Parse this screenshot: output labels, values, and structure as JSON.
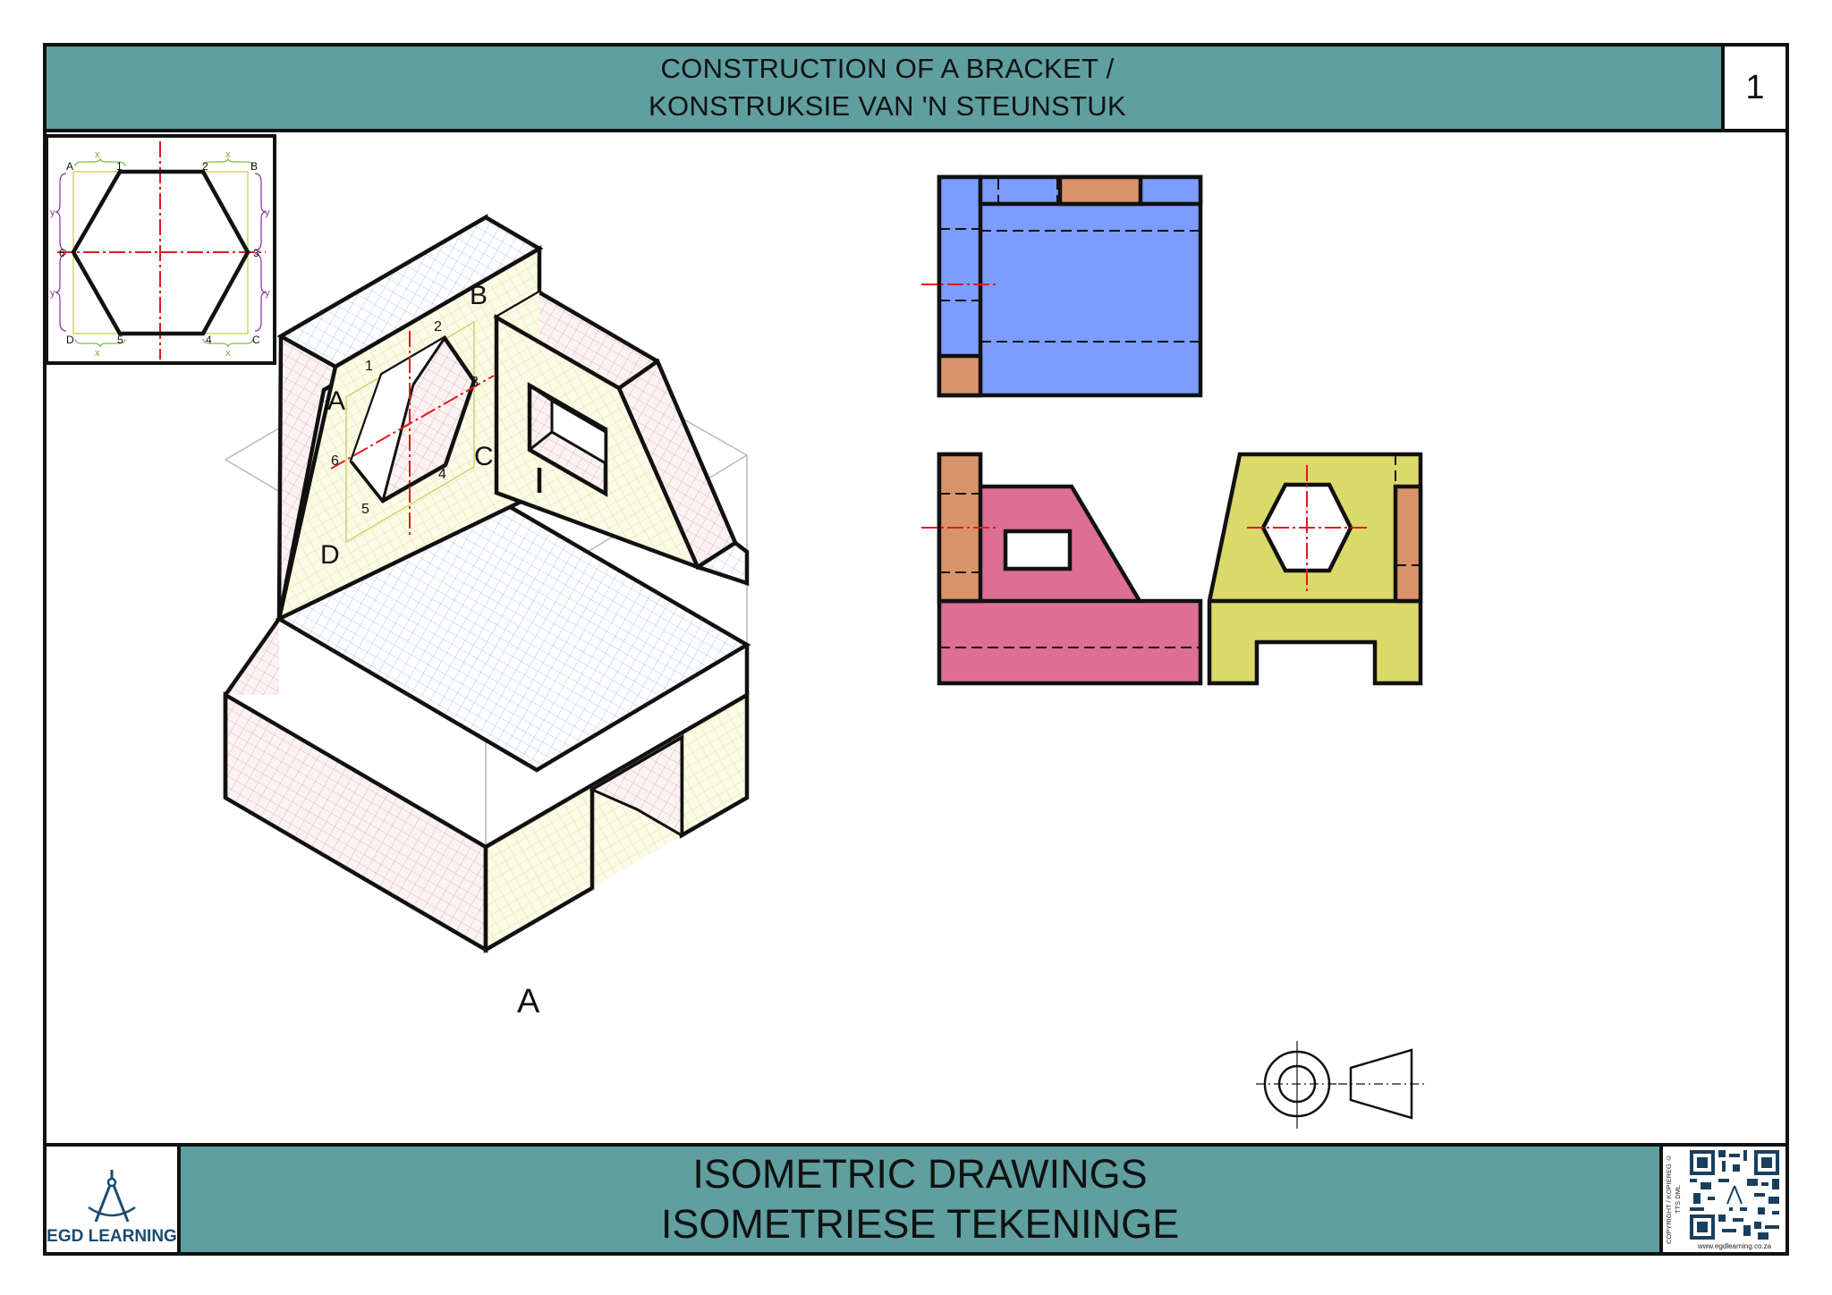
{
  "header": {
    "title_en": "CONSTRUCTION OF A BRACKET /",
    "title_af": "KONSTRUKSIE VAN 'N STEUNSTUK",
    "sheet_number": "1"
  },
  "inset": {
    "corner_labels": [
      "A",
      "B",
      "C",
      "D"
    ],
    "point_labels": [
      "1",
      "2",
      "3",
      "4",
      "5",
      "6"
    ],
    "dim_x": "x",
    "dim_y": "y"
  },
  "isometric": {
    "labels": {
      "A": "A",
      "B": "B",
      "C": "C",
      "D": "D",
      "view": "A"
    },
    "points": [
      "1",
      "2",
      "3",
      "4",
      "5",
      "6"
    ]
  },
  "colors": {
    "band": "#5f9fa0",
    "top_view": "#7d9cff",
    "front_view": "#dc6f93",
    "side_view": "#dbd96a",
    "rib": "#d9936b",
    "centerline": "#e0191f"
  },
  "footer": {
    "title_en": "ISOMETRIC DRAWINGS",
    "title_af": "ISOMETRIESE TEKENINGE",
    "logo": "EGD LEARNING",
    "copyright": "COPYRIGHT / KOPIEREG © TTS DML",
    "url": "www.egdlearning.co.za"
  }
}
